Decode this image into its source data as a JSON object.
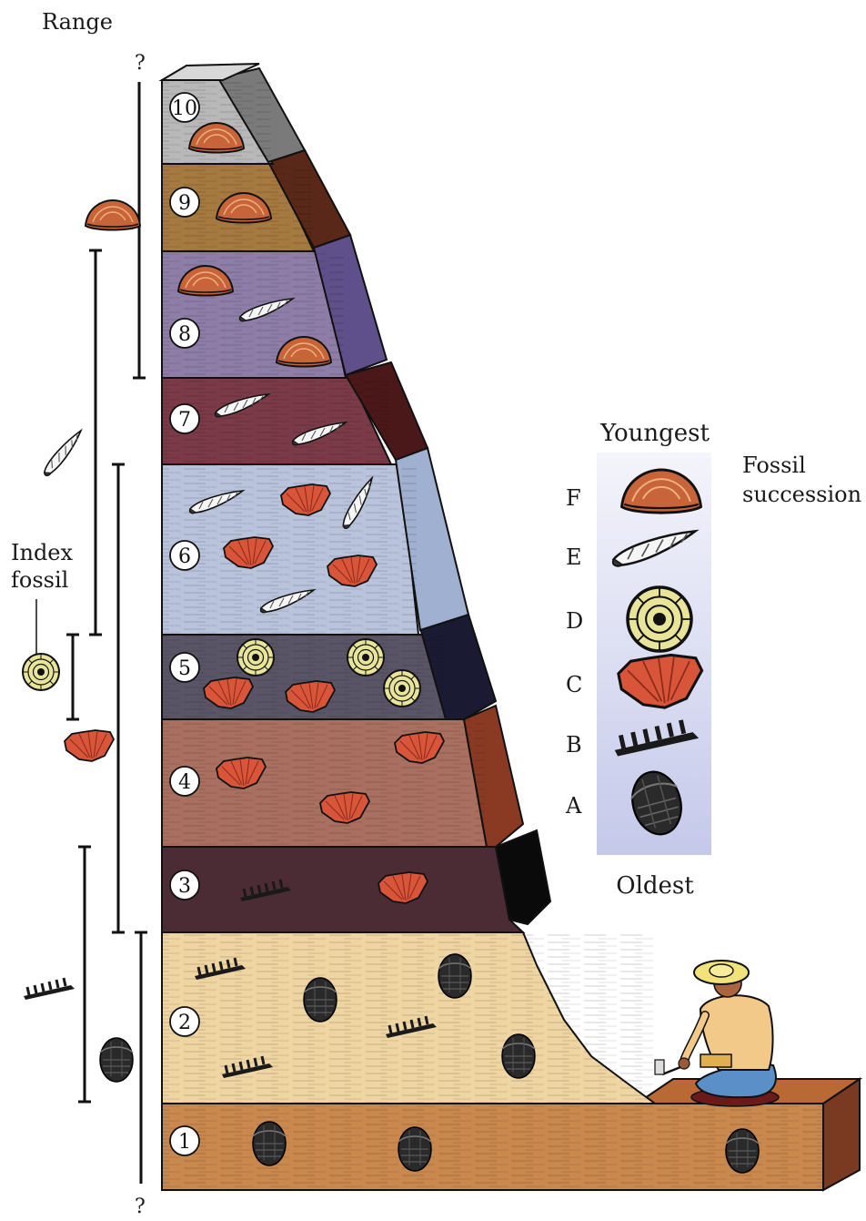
{
  "labels": {
    "range": "Range",
    "question_top": "?",
    "question_bottom": "?",
    "index_fossil": [
      "Index",
      "fossil"
    ],
    "youngest": "Youngest",
    "oldest": "Oldest",
    "fossil_succession": [
      "Fossil",
      "succession"
    ]
  },
  "layers": [
    {
      "number": "10",
      "color": "#b8b8b8"
    },
    {
      "number": "9",
      "color": "#a5793f"
    },
    {
      "number": "8",
      "color": "#8e7ea7"
    },
    {
      "number": "7",
      "color": "#7a3a47"
    },
    {
      "number": "6",
      "color": "#b9c4dc"
    },
    {
      "number": "5",
      "color": "#595566"
    },
    {
      "number": "4",
      "color": "#a9705f"
    },
    {
      "number": "3",
      "color": "#4c2c34"
    },
    {
      "number": "2",
      "color": "#efd5a2"
    },
    {
      "number": "1",
      "color": "#c9894e"
    }
  ],
  "succession": [
    {
      "letter": "F",
      "fossil": "clam-shell"
    },
    {
      "letter": "E",
      "fossil": "spiral-snail"
    },
    {
      "letter": "D",
      "fossil": "ammonite"
    },
    {
      "letter": "C",
      "fossil": "scallop"
    },
    {
      "letter": "B",
      "fossil": "graptolite"
    },
    {
      "letter": "A",
      "fossil": "trilobite"
    }
  ]
}
